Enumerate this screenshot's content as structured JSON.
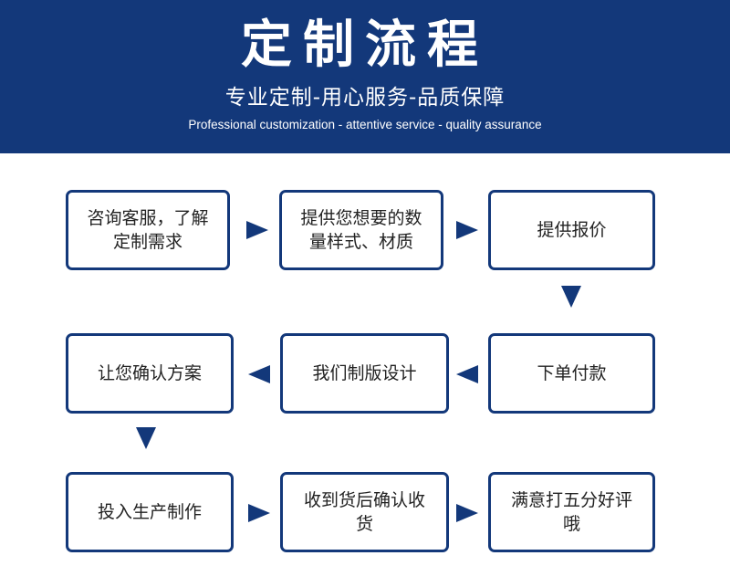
{
  "header": {
    "title": "定制流程",
    "subtitle": "专业定制-用心服务-品质保障",
    "english": "Professional customization - attentive service - quality assurance"
  },
  "steps": [
    {
      "label": "咨询客服，了解定制需求"
    },
    {
      "label": "提供您想要的数量样式、材质"
    },
    {
      "label": "提供报价"
    },
    {
      "label": "下单付款"
    },
    {
      "label": "我们制版设计"
    },
    {
      "label": "让您确认方案"
    },
    {
      "label": "投入生产制作"
    },
    {
      "label": "收到货后确认收货"
    },
    {
      "label": "满意打五分好评哦"
    }
  ],
  "colors": {
    "accent": "#13387a",
    "background": "#ffffff",
    "text": "#222222"
  }
}
